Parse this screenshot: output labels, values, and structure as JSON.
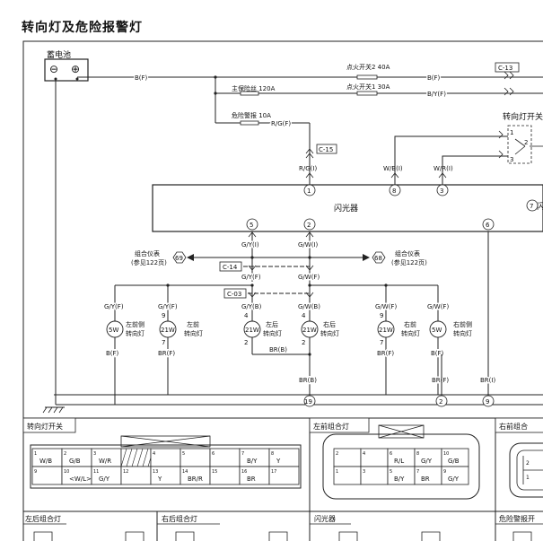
{
  "title": "转向灯及危险报警灯",
  "battery": {
    "label": "蓄电池",
    "neg": "⊖",
    "pos": "⊕"
  },
  "fuses": {
    "main": "主保险丝 120A",
    "ign2": "点火开关2 40A",
    "ign1": "点火开关1 30A",
    "hazard": "危险警报 10A"
  },
  "wires": {
    "bf": "B(F)",
    "bf_right": "B(F)",
    "byf": "B/Y(F)",
    "rgf": "R/G(F)",
    "rgi": "R/G(I)",
    "wbi": "W/B(I)",
    "wri": "W/R(I)",
    "gyi": "G/Y(I)",
    "gwi": "G/W(I)",
    "gyf": "G/Y(F)",
    "gwf": "G/W(F)",
    "gyb": "G/Y(B)",
    "gwb": "G/W(B)",
    "brb": "BR(B)",
    "bri": "BR(I)",
    "l_gyf": "G/Y(F)",
    "l_gyf2": "G/Y(F)",
    "r_gwf": "G/W(F)",
    "r_gwf2": "G/W(F)",
    "l_bf": "B(F)",
    "l_brf": "BR(F)",
    "r_brf": "BR(F)",
    "r_bf": "B(F)",
    "brb_lower": "BR(B)",
    "brf_lower": "BR(F)",
    "bri_lower": "BR(I)"
  },
  "connectors": {
    "c13": "C-13",
    "c15": "C-15",
    "c14": "C-14",
    "c03": "C-03"
  },
  "switch_label": "转向灯开关",
  "switch_pins": [
    "1",
    "2",
    "3"
  ],
  "flasher": {
    "label": "闪光器",
    "pins_top": [
      "1",
      "8",
      "3"
    ],
    "pins_bottom": [
      "5",
      "2",
      "6"
    ],
    "pin_right": "7",
    "right_text": "闪"
  },
  "cluster": {
    "left_num": "69",
    "left_text1": "组合仪表",
    "left_text2": "(参见122页)",
    "right_num": "68",
    "right_text1": "组合仪表",
    "right_text2": "(参见122页)"
  },
  "lamps": [
    {
      "w": "5W",
      "name1": "左前侧",
      "name2": "转向灯"
    },
    {
      "w": "21W",
      "name1": "左前",
      "name2": "转向灯",
      "p1": "9",
      "p2": "7"
    },
    {
      "w": "21W",
      "name1": "左后",
      "name2": "转向灯",
      "p1": "4",
      "p2": "2"
    },
    {
      "w": "21W",
      "name1": "右后",
      "name2": "转向灯",
      "p1": "4",
      "p2": "2"
    },
    {
      "w": "21W",
      "name1": "右前",
      "name2": "转向灯",
      "p1": "9",
      "p2": "7"
    },
    {
      "w": "5W",
      "name1": "右前侧",
      "name2": "转向灯"
    }
  ],
  "ground_nums": [
    "19",
    "2",
    "9"
  ],
  "panels": {
    "switch": {
      "title": "转向灯开关",
      "row1": [
        {
          "n": "1",
          "t": "W/B"
        },
        {
          "n": "2",
          "t": "G/B"
        },
        {
          "n": "3",
          "t": "W/R"
        },
        {
          "n": "",
          "t": ""
        },
        {
          "n": "4",
          "t": ""
        },
        {
          "n": "5",
          "t": ""
        },
        {
          "n": "6",
          "t": ""
        },
        {
          "n": "7",
          "t": "B/Y"
        },
        {
          "n": "8",
          "t": "Y"
        }
      ],
      "row2": [
        {
          "n": "9",
          "t": ""
        },
        {
          "n": "10",
          "t": "<W/L>"
        },
        {
          "n": "11",
          "t": "G/Y"
        },
        {
          "n": "12",
          "t": ""
        },
        {
          "n": "13",
          "t": "Y"
        },
        {
          "n": "14",
          "t": "BR/R"
        },
        {
          "n": "15",
          "t": ""
        },
        {
          "n": "16",
          "t": "BR"
        },
        {
          "n": "17",
          "t": ""
        }
      ]
    },
    "lf": {
      "title": "左前组合灯",
      "row1": [
        {
          "n": "2",
          "t": ""
        },
        {
          "n": "4",
          "t": ""
        },
        {
          "n": "6",
          "t": "R/L"
        },
        {
          "n": "8",
          "t": "G/Y"
        },
        {
          "n": "10",
          "t": "G/B"
        }
      ],
      "row2": [
        {
          "n": "1",
          "t": ""
        },
        {
          "n": "3",
          "t": ""
        },
        {
          "n": "5",
          "t": "B/Y"
        },
        {
          "n": "7",
          "t": "BR"
        },
        {
          "n": "9",
          "t": "G/Y"
        }
      ]
    },
    "rf": {
      "title": "右前组合",
      "n1": "2",
      "n2": "1"
    },
    "bottom": [
      "左后组合灯",
      "右后组合灯",
      "闪光器",
      "危险警报开"
    ]
  }
}
